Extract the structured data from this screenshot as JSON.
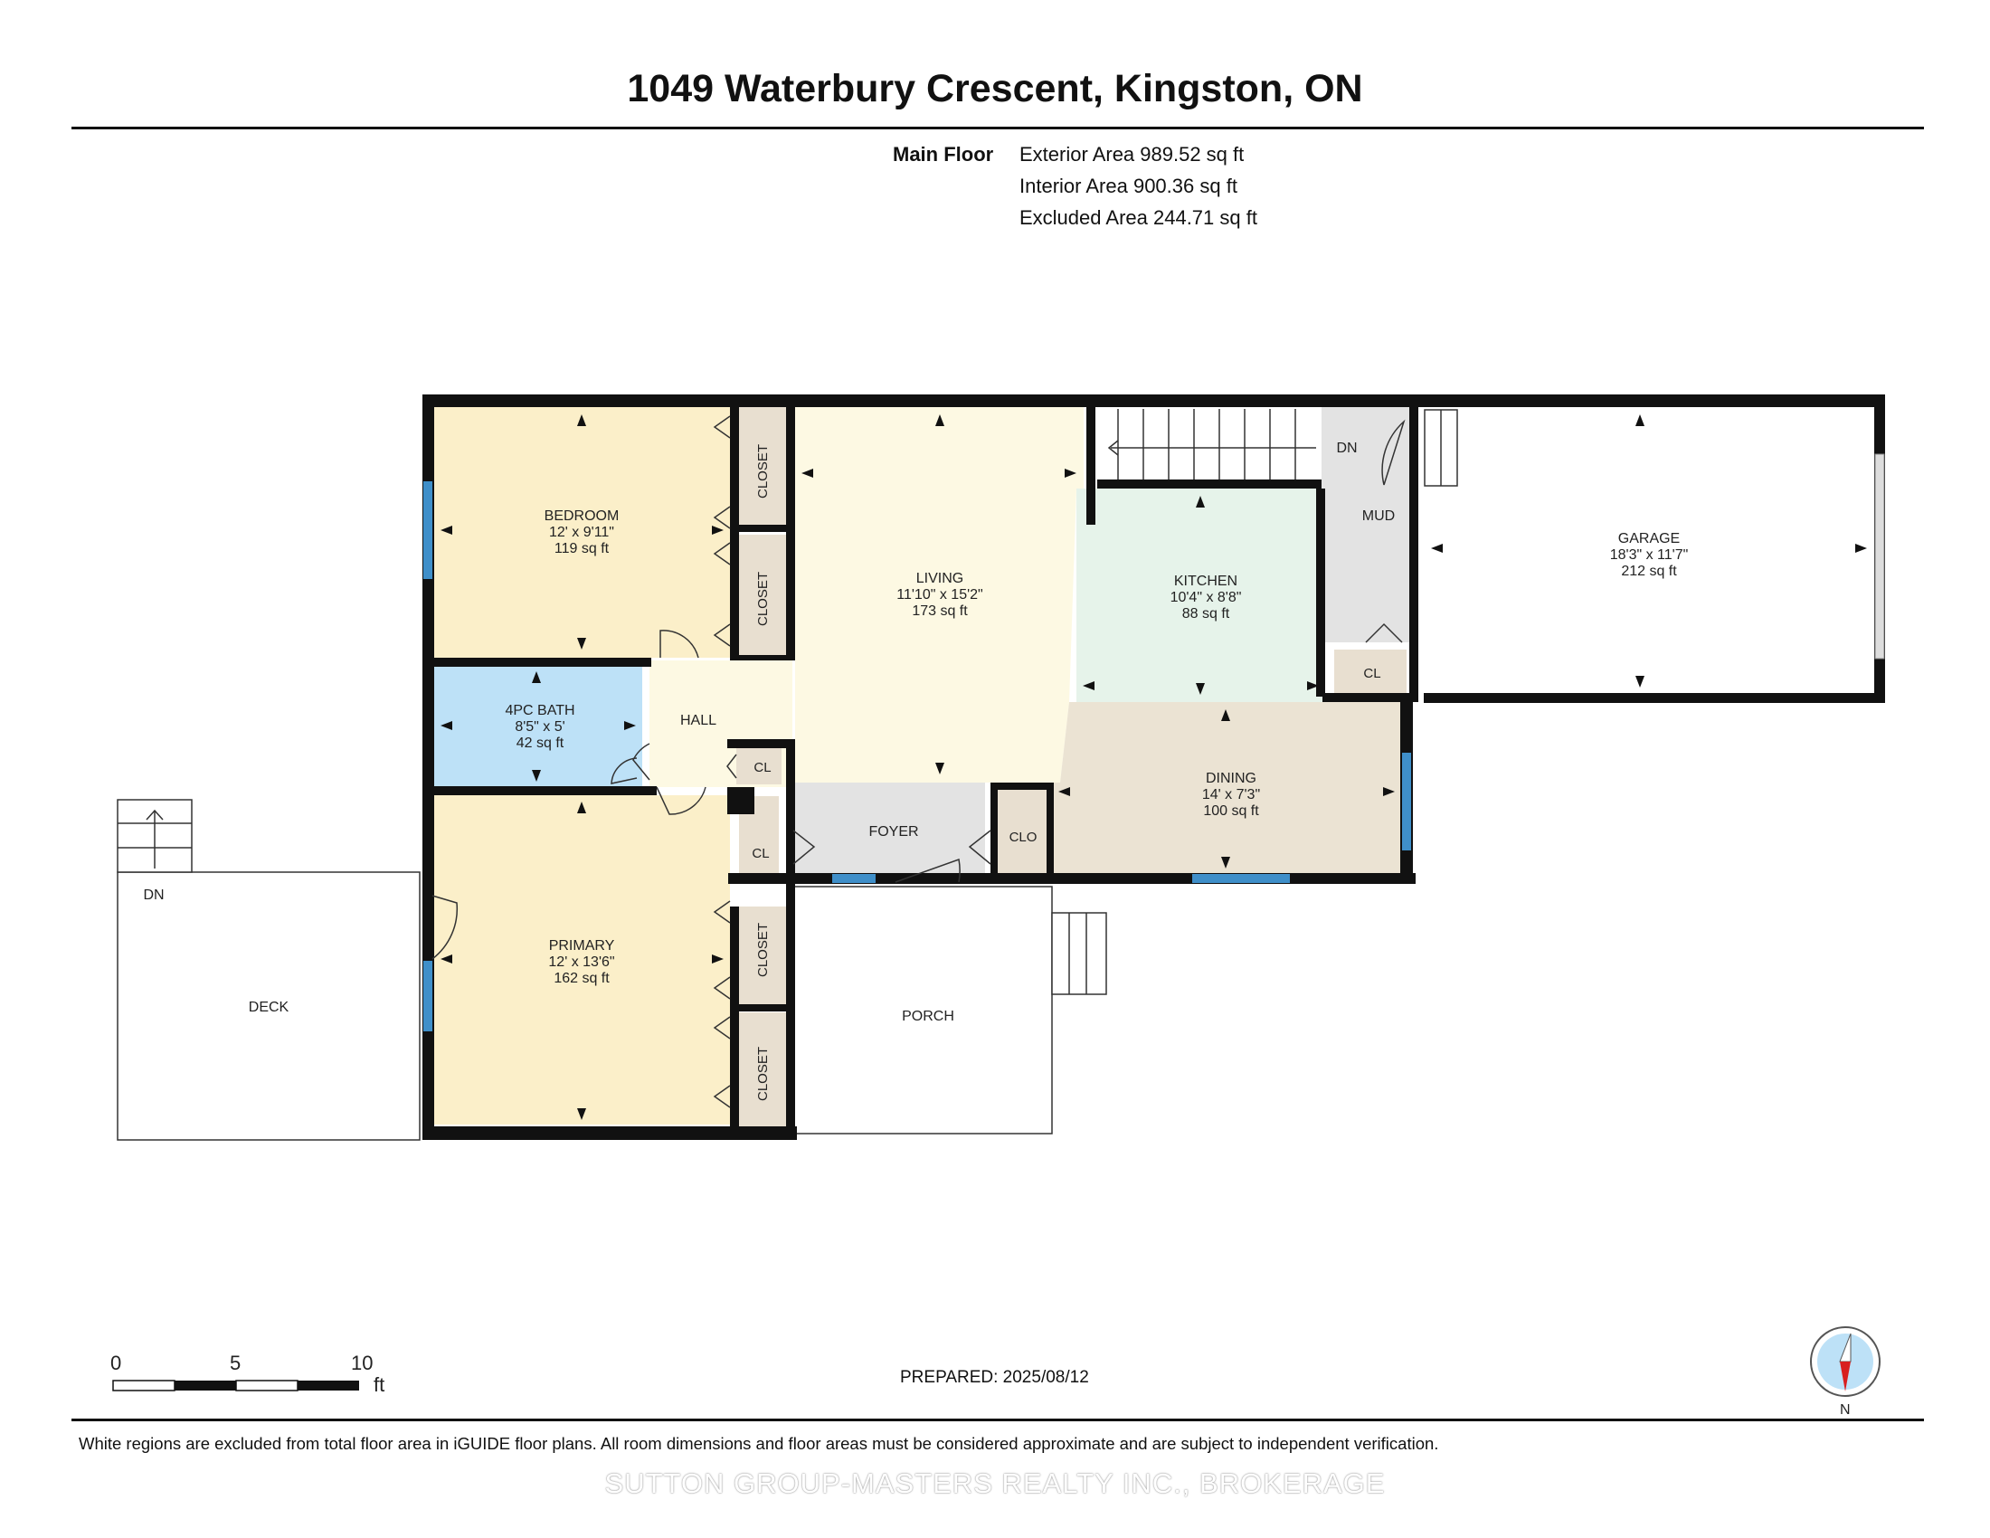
{
  "title": "1049 Waterbury Crescent, Kingston, ON",
  "floor": {
    "name": "Main Floor",
    "exterior_area": "Exterior Area 989.52 sq ft",
    "interior_area": "Interior Area 900.36 sq ft",
    "excluded_area": "Excluded Area 244.71 sq ft"
  },
  "rooms": {
    "bedroom": {
      "name": "BEDROOM",
      "dims": "12' x 9'11\"",
      "area": "119 sq ft",
      "color": "#fbefc9"
    },
    "living": {
      "name": "LIVING",
      "dims": "11'10\" x 15'2\"",
      "area": "173 sq ft",
      "color": "#fdf9e3"
    },
    "kitchen": {
      "name": "KITCHEN",
      "dims": "10'4\" x 8'8\"",
      "area": "88 sq ft",
      "color": "#e6f3ea"
    },
    "garage": {
      "name": "GARAGE",
      "dims": "18'3\" x 11'7\"",
      "area": "212 sq ft",
      "color": "#ffffff"
    },
    "bath": {
      "name": "4PC BATH",
      "dims": "8'5\" x 5'",
      "area": "42 sq ft",
      "color": "#bde1f7"
    },
    "dining": {
      "name": "DINING",
      "dims": "14' x 7'3\"",
      "area": "100 sq ft",
      "color": "#ebe3d3"
    },
    "primary": {
      "name": "PRIMARY",
      "dims": "12' x 13'6\"",
      "area": "162 sq ft",
      "color": "#fbefc9"
    }
  },
  "labels": {
    "hall": "HALL",
    "foyer": "FOYER",
    "mud": "MUD",
    "dn_stairs": "DN",
    "dn_deck": "DN",
    "deck": "DECK",
    "porch": "PORCH",
    "closet": "CLOSET",
    "cl": "CL",
    "clo": "CLO"
  },
  "scale": {
    "ticks": [
      "0",
      "5",
      "10"
    ],
    "unit": "ft"
  },
  "compass": {
    "label": "N"
  },
  "prepared": "PREPARED: 2025/08/12",
  "disclaimer": "White regions are excluded from total floor area in iGUIDE floor plans. All room dimensions and floor areas must be considered approximate and are subject to independent verification.",
  "watermark": "SUTTON GROUP-MASTERS REALTY INC., BROKERAGE",
  "colors": {
    "wall": "#111111",
    "window": "#3f8fc9",
    "hall_floor": "#fdf9e3",
    "foyer_floor": "#e3e3e3",
    "closet_floor": "#e8dfd0"
  }
}
